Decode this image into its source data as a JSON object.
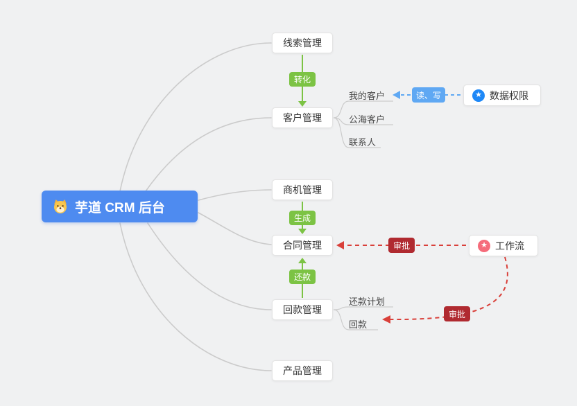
{
  "colors": {
    "background": "#f0f1f2",
    "root_bg": "#4e8bf0",
    "green_accent": "#7cc344",
    "blue_accent": "#5fa8f3",
    "red_line": "#d9403a",
    "red_badge": "#b02a30",
    "connector_gray": "#cbcbcb",
    "node_border": "#e3e3e3",
    "data_permission_icon": "#1e88f7",
    "workflow_icon": "#f56c7b"
  },
  "root": {
    "label": "芋道 CRM 后台"
  },
  "nodes": [
    {
      "label": "线索管理"
    },
    {
      "label": "客户管理"
    },
    {
      "label": "商机管理"
    },
    {
      "label": "合同管理"
    },
    {
      "label": "回款管理"
    },
    {
      "label": "产品管理"
    }
  ],
  "subitems": {
    "customer": [
      "我的客户",
      "公海客户",
      "联系人"
    ],
    "receivable": [
      "还款计划",
      "回款"
    ]
  },
  "badges": {
    "convert": "转化",
    "generate": "生成",
    "repay": "还款",
    "read_write": "读、写",
    "approve_contract": "审批",
    "approve_receivable": "审批"
  },
  "side_nodes": [
    {
      "label": "数据权限"
    },
    {
      "label": "工作流"
    }
  ]
}
